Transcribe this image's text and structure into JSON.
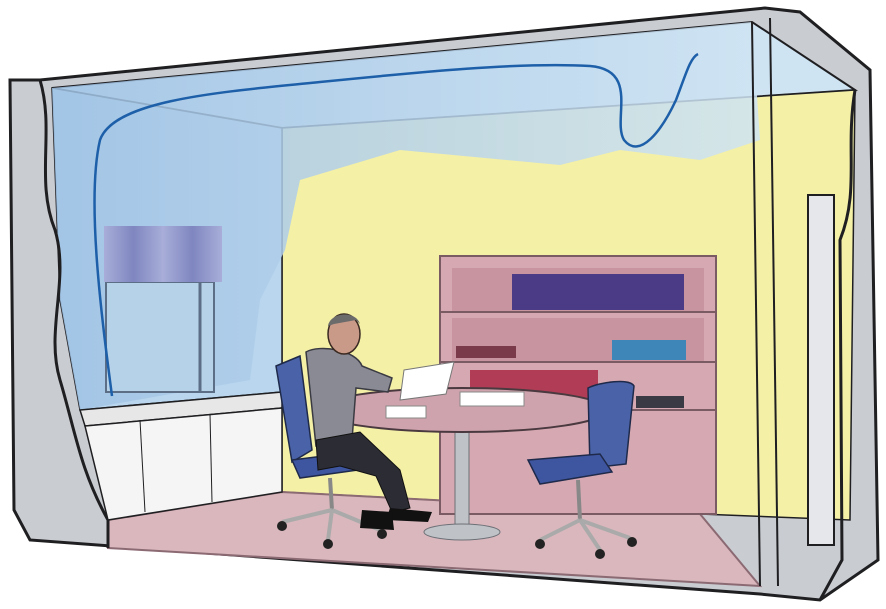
{
  "scene": {
    "colors": {
      "background": "#ffffff",
      "wall_outer": "#c9ccd1",
      "wall_edge": "#1f1f22",
      "ceiling_blue": "#cfe4f3",
      "air_blue": "#b9d6ee",
      "air_blue_deep": "#9fc2e4",
      "wall_yellow": "#f4f0a6",
      "floor": "#d9b7bd",
      "floor_edge": "#8c6a73",
      "cabinet": "#d6a8b2",
      "cabinet_edge": "#7a5a63",
      "books_purple": "#4b3a86",
      "books_red": "#b03d55",
      "books_blue": "#3e86b8",
      "table_top": "#cfa3ad",
      "chair_blue": "#4a63a8",
      "suit_grey": "#8a8a95",
      "airflow_line": "#1d5fa8",
      "blind": "#8f96c8",
      "window_glass": "#b6d2e8",
      "counter": "#f5f5f5"
    },
    "icons": [
      "office-room",
      "airflow-stream",
      "window-with-blind",
      "bookshelf",
      "round-table",
      "office-chair",
      "seated-person"
    ]
  }
}
